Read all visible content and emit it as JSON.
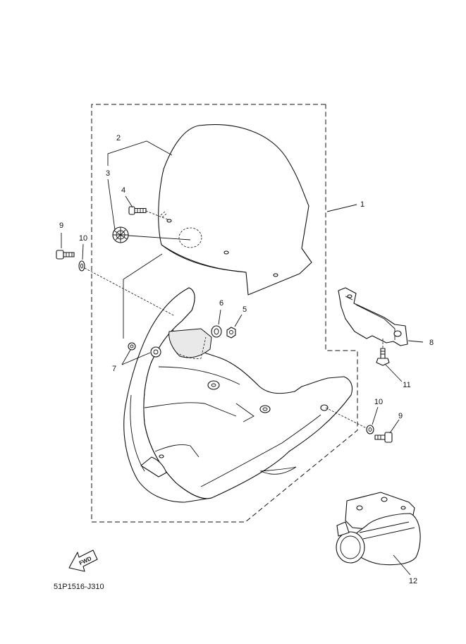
{
  "callouts": [
    {
      "num": "1"
    },
    {
      "num": "2"
    },
    {
      "num": "3"
    },
    {
      "num": "4"
    },
    {
      "num": "5"
    },
    {
      "num": "6"
    },
    {
      "num": "7"
    },
    {
      "num": "8"
    },
    {
      "num": "9"
    },
    {
      "num": "10"
    },
    {
      "num": "11"
    },
    {
      "num": "9"
    },
    {
      "num": "10"
    },
    {
      "num": "12"
    }
  ],
  "fwd_label": "FWD",
  "diagram_code": "51P1516-J310"
}
